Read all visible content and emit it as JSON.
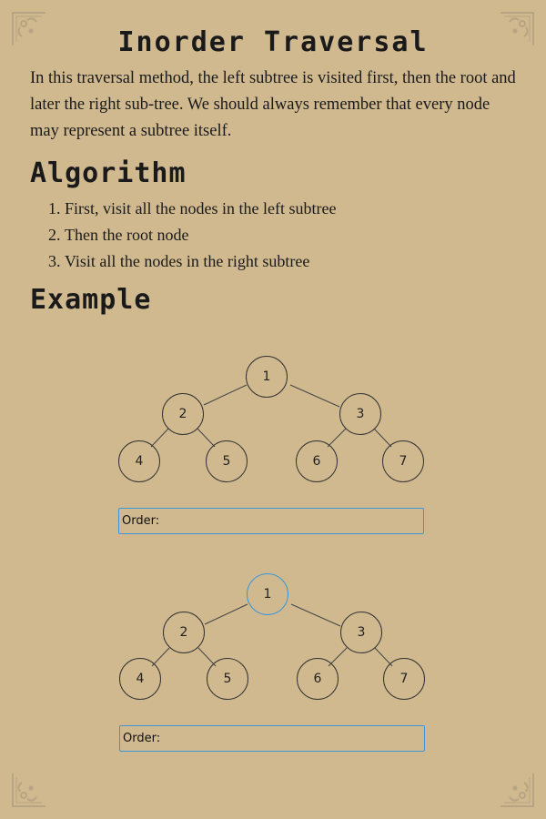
{
  "page": {
    "title": "Inorder Traversal",
    "intro": "In this traversal method, the left subtree is visited first, then the root and later the right sub-tree. We should always remember that every node may represent a subtree itself."
  },
  "algorithm": {
    "heading": "Algorithm",
    "steps": [
      {
        "num": "1.",
        "text": "First, visit all the nodes in the left subtree"
      },
      {
        "num": "2.",
        "text": "Then the root node"
      },
      {
        "num": "3.",
        "text": "Visit all the nodes in the right subtree"
      }
    ]
  },
  "example": {
    "heading": "Example",
    "trees": [
      {
        "nodes": [
          "1",
          "2",
          "3",
          "4",
          "5",
          "6",
          "7"
        ],
        "highlighted": "",
        "order_label": "Order:"
      },
      {
        "nodes": [
          "1",
          "2",
          "3",
          "4",
          "5",
          "6",
          "7"
        ],
        "highlighted": "1",
        "order_label": "Order:"
      }
    ]
  },
  "colors": {
    "background": "#d0b98f",
    "highlight": "#3b97d8",
    "text": "#1a1a1a"
  },
  "icons": {
    "corner": "ornament-corner-icon"
  }
}
